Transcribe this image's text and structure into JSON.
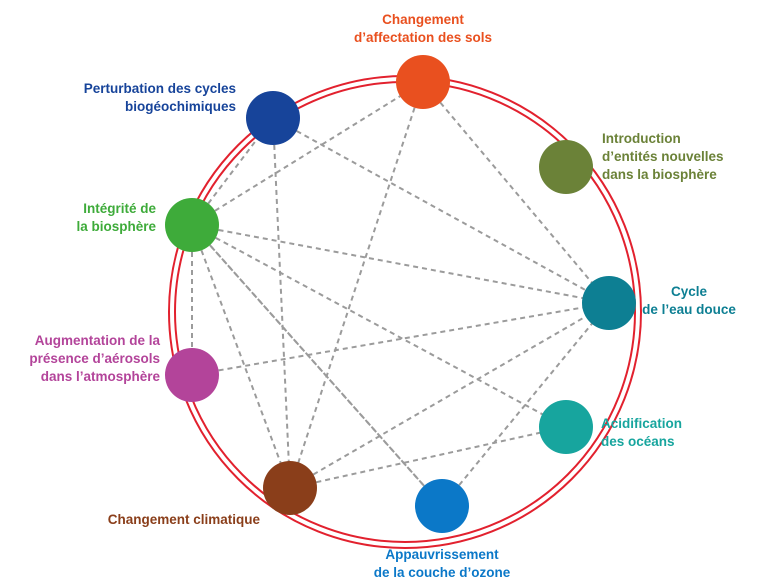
{
  "ring_color": "#e2212e",
  "link_color": "#9b9b9b",
  "nodes": [
    {
      "id": "land",
      "lines": [
        "Changement",
        "d’affectation des sols"
      ],
      "color": "#e9501f"
    },
    {
      "id": "novel",
      "lines": [
        "Introduction",
        "d’entités nouvelles",
        "dans la biosphère"
      ],
      "color": "#6b8238"
    },
    {
      "id": "water",
      "lines": [
        "Cycle",
        "de l’eau douce"
      ],
      "color": "#0d7f93"
    },
    {
      "id": "ocean",
      "lines": [
        "Acidification",
        "des océans"
      ],
      "color": "#17a59e"
    },
    {
      "id": "ozone",
      "lines": [
        "Appauvrissement",
        "de la couche d’ozone"
      ],
      "color": "#0b78c8"
    },
    {
      "id": "climate",
      "lines": [
        "Changement climatique"
      ],
      "color": "#8a3e1a"
    },
    {
      "id": "aerosol",
      "lines": [
        "Augmentation de la",
        "présence d’aérosols",
        "dans l’atmosphère"
      ],
      "color": "#b3449a"
    },
    {
      "id": "biosphere",
      "lines": [
        "Intégrité de",
        "la biosphère"
      ],
      "color": "#3eab3a"
    },
    {
      "id": "biogeo",
      "lines": [
        "Perturbation des cycles",
        "biogéochimiques"
      ],
      "color": "#17449a"
    }
  ],
  "links": [
    [
      "biosphere",
      "land"
    ],
    [
      "biosphere",
      "water"
    ],
    [
      "biosphere",
      "ocean"
    ],
    [
      "biosphere",
      "ozone"
    ],
    [
      "biosphere",
      "climate"
    ],
    [
      "biosphere",
      "aerosol"
    ],
    [
      "biosphere",
      "biogeo"
    ],
    [
      "biogeo",
      "water"
    ],
    [
      "biogeo",
      "climate"
    ],
    [
      "land",
      "climate"
    ],
    [
      "land",
      "water"
    ],
    [
      "climate",
      "water"
    ],
    [
      "climate",
      "ocean"
    ],
    [
      "ozone",
      "water"
    ],
    [
      "ozone",
      "biosphere"
    ],
    [
      "aerosol",
      "water"
    ]
  ]
}
